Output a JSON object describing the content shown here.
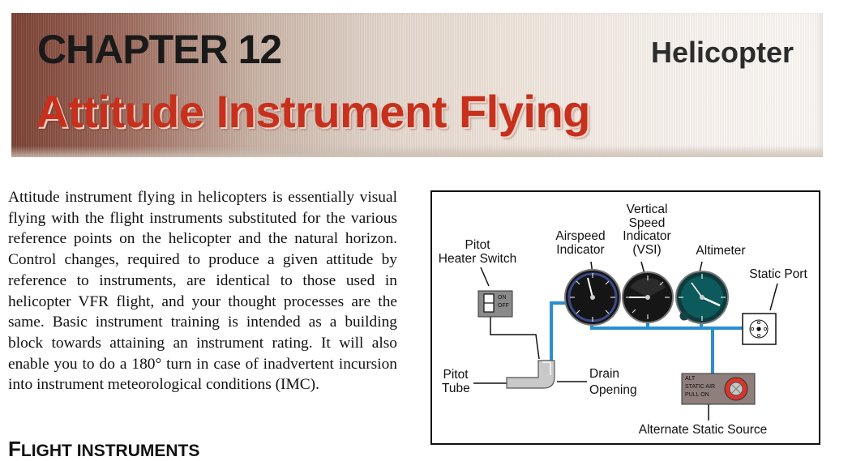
{
  "header": {
    "chapter": "CHAPTER 12",
    "category": "Helicopter",
    "title": "Attitude Instrument Flying"
  },
  "body": {
    "paragraph": "Attitude instrument flying in helicopters is essentially visual flying with the flight instruments substituted for the various reference points on the helicopter and the natural horizon. Control changes, required to produce a given attitude by reference to instruments, are identical to those used in helicopter VFR flight, and your thought processes are the same. Basic instrument training is intended as a building block towards attaining an instrument rating. It will also enable you to do a 180° turn in case of inadvertent incursion into instrument meteorological conditions (IMC).",
    "section_heading_initial": "F",
    "section_heading_rest": "LIGHT INSTRUMENTS"
  },
  "figure": {
    "labels": {
      "vsi_line1": "Vertical",
      "vsi_line2": "Speed",
      "vsi_line3": "Indicator",
      "vsi_line4": "(VSI)",
      "airspeed_line1": "Airspeed",
      "airspeed_line2": "Indicator",
      "pitot_heater_line1": "Pitot",
      "pitot_heater_line2": "Heater Switch",
      "altimeter": "Altimeter",
      "static_port": "Static Port",
      "pitot_tube_line1": "Pitot",
      "pitot_tube_line2": "Tube",
      "drain_line1": "Drain",
      "drain_line2": "Opening",
      "alternate_static": "Alternate Static Source"
    },
    "switch": {
      "on": "ON",
      "off": "OFF"
    },
    "alt_panel": {
      "line1": "ALT",
      "line2": "STATIC AIR",
      "line3": "PULL ON"
    },
    "colors": {
      "tubing": "#2a8fd0",
      "title_red": "#c6301d",
      "knob_red": "#d9352c"
    }
  }
}
